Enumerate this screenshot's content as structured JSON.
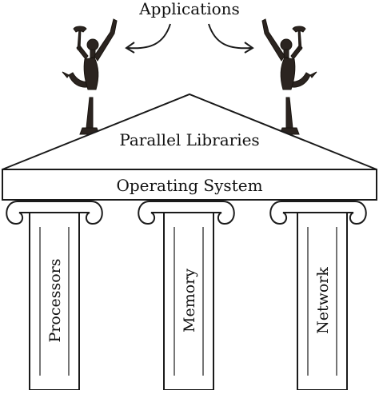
{
  "diagram": {
    "top_label": "Applications",
    "pediment_label": "Parallel Libraries",
    "beam_label": "Operating System",
    "pillars": [
      {
        "label": "Processors"
      },
      {
        "label": "Memory"
      },
      {
        "label": "Network"
      }
    ],
    "figures": [
      {
        "icon": "mercury-statue-icon",
        "side": "left"
      },
      {
        "icon": "mercury-statue-icon",
        "side": "right"
      }
    ],
    "colors": {
      "stroke": "#1a1a1a",
      "fill": "#ffffff",
      "statue": "#2b2420"
    }
  }
}
